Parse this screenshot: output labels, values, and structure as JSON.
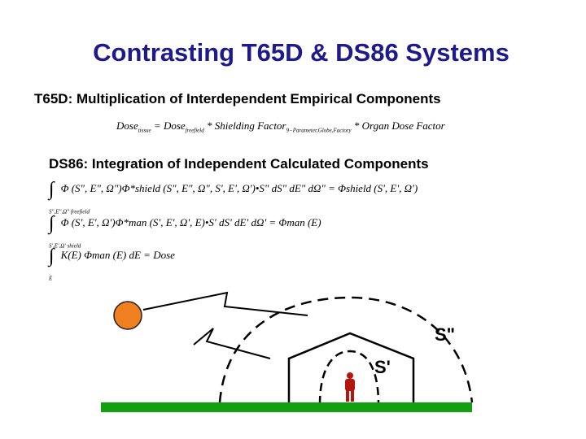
{
  "slide": {
    "title": "Contrasting T65D & DS86 Systems",
    "t65d_heading": "T65D:  Multiplication of Interdependent Empirical Components",
    "t65d_equation": {
      "lhs": "Dose",
      "lhs_sub": "tissue",
      "rhs1": "= Dose",
      "rhs1_sub": "freefield",
      "rhs2": " * Shielding Factor",
      "rhs2_sub": "9−Parameter,Globe,Factory",
      "rhs3": " * Organ Dose Factor"
    },
    "ds86_heading": "DS86:  Integration of Independent Calculated Components",
    "ds86_equations": [
      {
        "text": "Φ (S\", E\", Ω\")Φ*shield (S\", E\", Ω\", S', E', Ω')•S\" dS\" dE\" dΩ\" = Φshield (S', E', Ω')",
        "sub": "S\",E\",Ω\"  freefield"
      },
      {
        "text": "Φ (S', E', Ω')Φ*man (S', E', Ω', E)•S' dS' dE' dΩ' = Φman (E)",
        "sub": "S',E',Ω'  shield"
      },
      {
        "text": "K(E) Φman (E) dE = Dose",
        "sub": "E"
      }
    ],
    "diagram": {
      "label_outer": "S\"",
      "label_inner": "S'",
      "sun_color": "#f07f1f",
      "ground_color": "#12a012",
      "person_color": "#b2160e"
    }
  }
}
